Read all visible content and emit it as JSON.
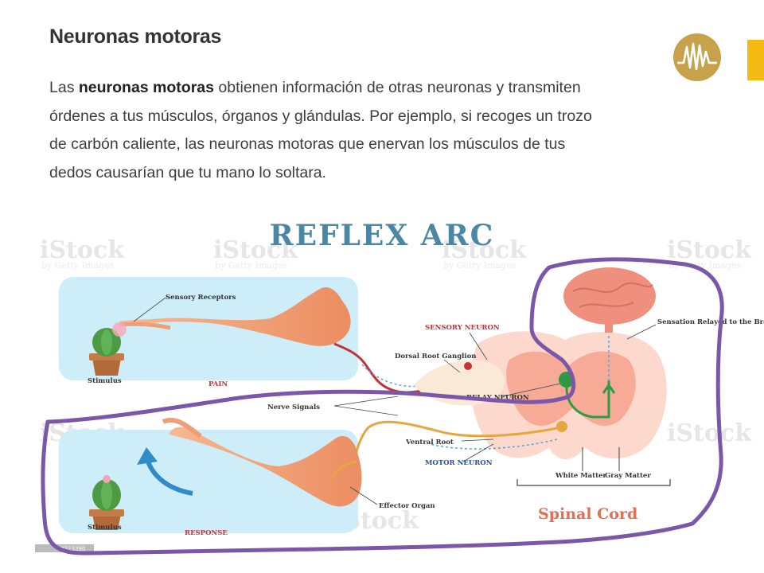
{
  "header": {
    "title": "Neuronas motoras",
    "paragraph_prefix": "Las ",
    "paragraph_bold": "neuronas motoras",
    "paragraph_rest": " obtienen información de otras neuronas y transmiten órdenes a tus músculos, órganos y glándulas. Por ejemplo, si recoges un trozo de carbón caliente, las neuronas motoras que enervan los músculos de tus dedos causarían que tu mano lo soltara."
  },
  "diagram": {
    "title": "REFLEX ARC",
    "watermark": "iStock",
    "watermark_sub": "by Getty Images",
    "stock_id": "9223398",
    "labels": {
      "sensory_receptors": "Sensory Receptors",
      "stimulus_top": "Stimulus",
      "pain": "PAIN",
      "sensory_neuron": "SENSORY NEURON",
      "dorsal_root_ganglion": "Dorsal Root Ganglion",
      "sensation_relayed": "Sensation Relayed to the Brain",
      "relay_neuron": "RELAY NEURON",
      "nerve_signals": "Nerve Signals",
      "ventral_root": "Ventral Root",
      "motor_neuron": "MOTOR NEURON",
      "white_matter": "White Matter",
      "gray_matter": "Gray Matter",
      "effector_organ": "Effector Organ",
      "stimulus_bottom": "Stimulus",
      "response": "RESPONSE",
      "spinal_cord": "Spinal Cord"
    }
  },
  "colors": {
    "title_blue": "#4a86a6",
    "sensory_red": "#c2323a",
    "motor_orange": "#e6a640",
    "relay_green": "#2e9a44",
    "spinal_orange": "#e07055",
    "panel_blue": "#cdeef9",
    "annotation_purple": "#7a57a8",
    "brain_pink": "#ef8f7e",
    "logo_gold": "#c7a24a",
    "accent_yellow": "#f5b914"
  },
  "icons": {
    "logo": "neuron-wave-logo",
    "accent": "yellow-bar"
  }
}
